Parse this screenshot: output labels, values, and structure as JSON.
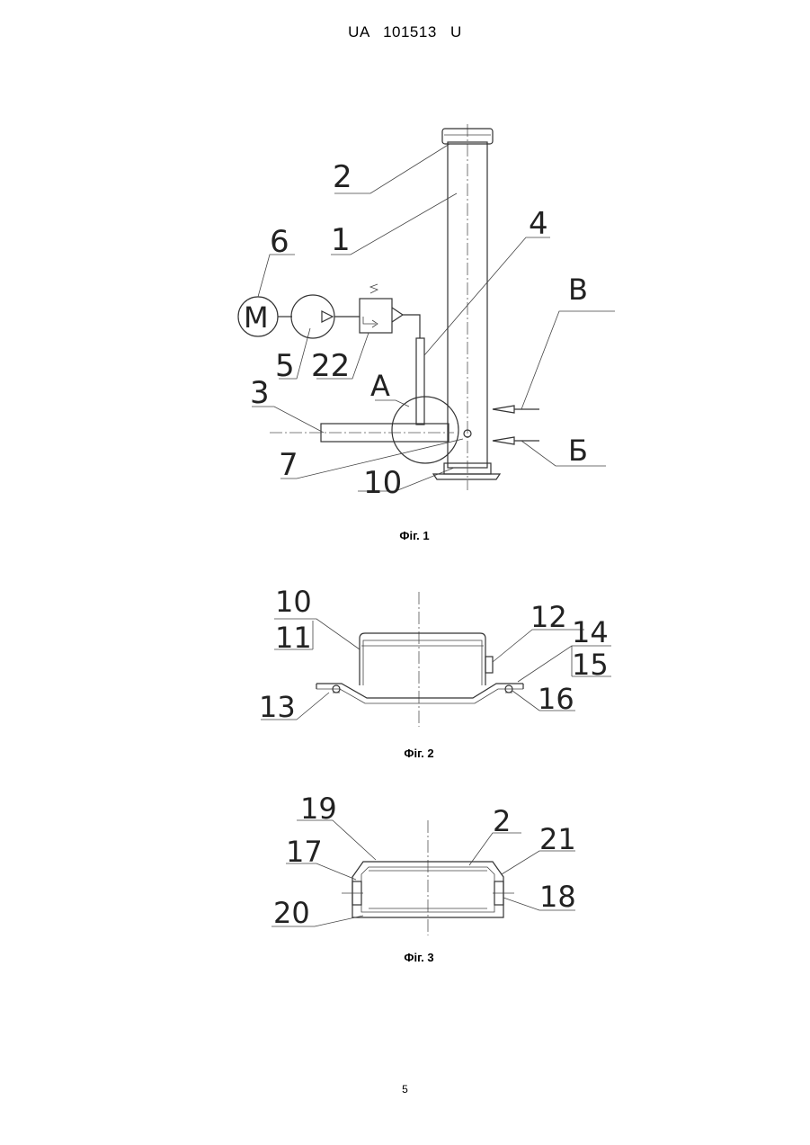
{
  "header": {
    "patent_number": "UA   101513   U"
  },
  "figures": [
    {
      "caption": "Фіг. 1",
      "labels": [
        "2",
        "1",
        "4",
        "6",
        "М",
        "5",
        "22",
        "В",
        "А",
        "3",
        "7",
        "10",
        "Б"
      ]
    },
    {
      "caption": "Фіг. 2",
      "labels": [
        "10",
        "11",
        "12",
        "14",
        "15",
        "13",
        "16"
      ]
    },
    {
      "caption": "Фіг. 3",
      "labels": [
        "19",
        "2",
        "21",
        "17",
        "18",
        "20"
      ]
    }
  ],
  "page_number": "5"
}
